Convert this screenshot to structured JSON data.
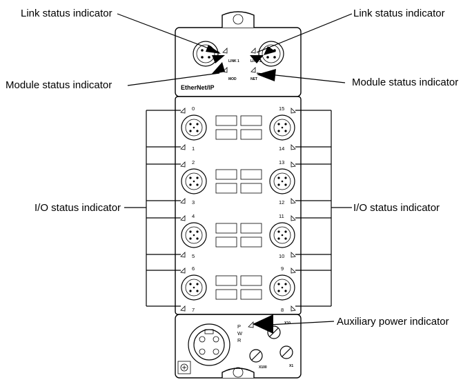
{
  "callouts": {
    "link_top_left": "Link status indicator",
    "link_top_right": "Link status indicator",
    "module_left": "Module status indicator",
    "module_right": "Module status indicator",
    "io_left": "I/O status indicator",
    "io_right": "I/O status indicator",
    "aux_power": "Auxiliary power indicator"
  },
  "module": {
    "brand": "EtherNet/IP",
    "link1": "LINK 1",
    "link2": "LINK 2",
    "mod": "MOD",
    "net": "NET",
    "pwr_p": "P",
    "pwr_w": "W",
    "pwr_r": "R",
    "x10": "X10",
    "x100": "X100",
    "x1": "X1"
  },
  "io_numbers": {
    "n0": "0",
    "n1": "1",
    "n2": "2",
    "n3": "3",
    "n4": "4",
    "n5": "5",
    "n6": "6",
    "n7": "7",
    "n8": "8",
    "n9": "9",
    "n10": "10",
    "n11": "11",
    "n12": "12",
    "n13": "13",
    "n14": "14",
    "n15": "15"
  }
}
